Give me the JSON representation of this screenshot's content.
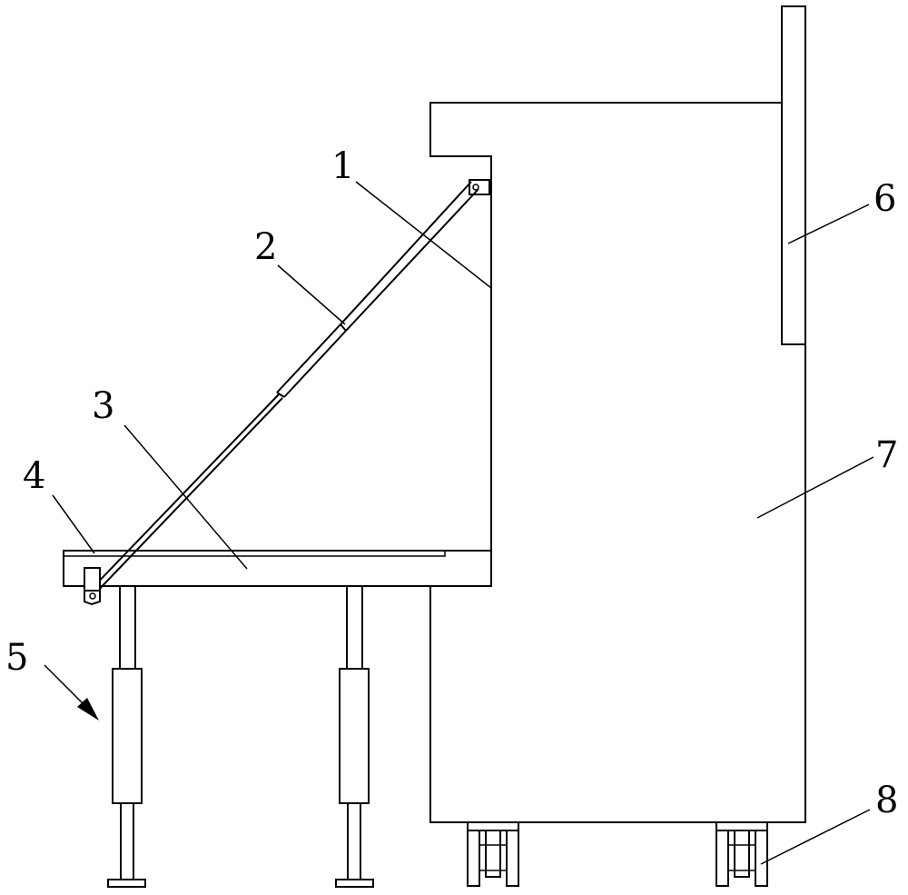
{
  "figure": {
    "colors": {
      "stroke": "#000000",
      "background": "#ffffff"
    },
    "labels": [
      {
        "id": "label-1",
        "text": "1"
      },
      {
        "id": "label-2",
        "text": "2"
      },
      {
        "id": "label-3",
        "text": "3"
      },
      {
        "id": "label-4",
        "text": "4"
      },
      {
        "id": "label-5",
        "text": "5"
      },
      {
        "id": "label-6",
        "text": "6"
      },
      {
        "id": "label-7",
        "text": "7"
      },
      {
        "id": "label-8",
        "text": "8"
      }
    ]
  }
}
